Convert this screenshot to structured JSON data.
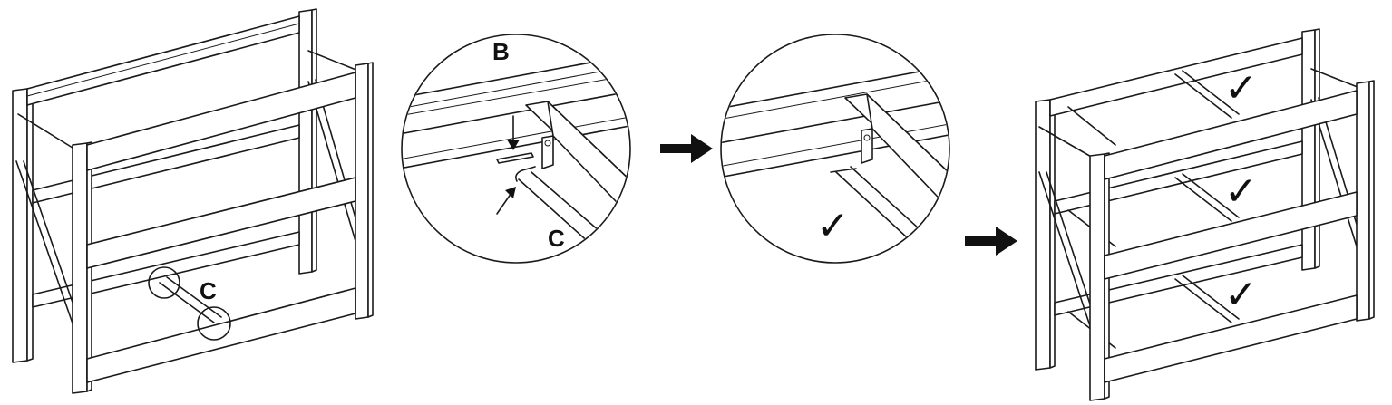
{
  "labels": {
    "detail_beam": "B",
    "detail_brace": "C",
    "overview_brace": "C"
  },
  "icons": {
    "step_arrow": "right-arrow-icon",
    "confirm": "checkmark-icon"
  },
  "checkmark_glyph": "✓",
  "colors": {
    "line": "#1a1a1a",
    "background": "#ffffff"
  }
}
